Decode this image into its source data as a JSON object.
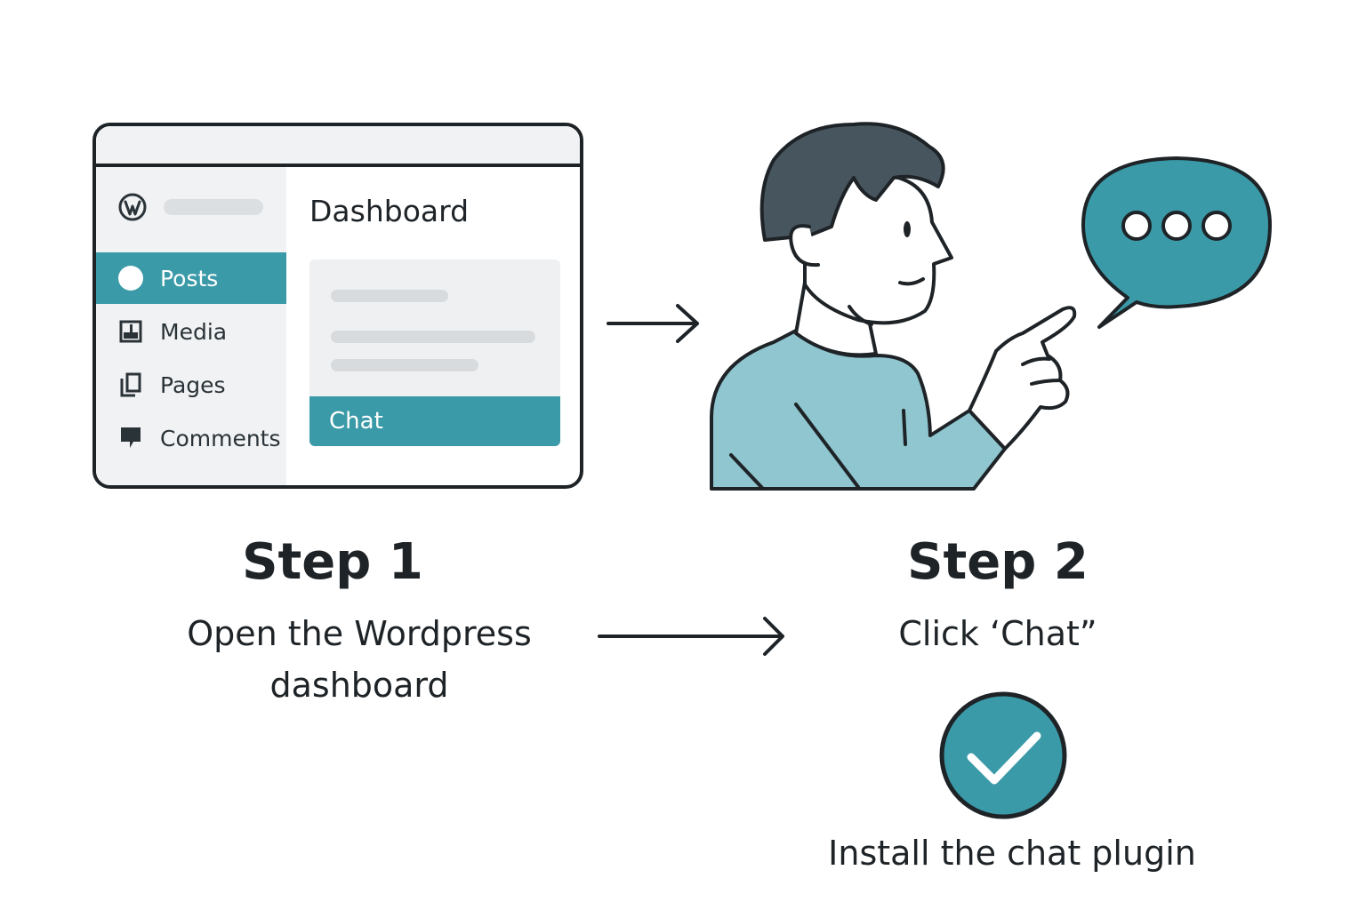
{
  "dashboard": {
    "title": "Dashboard",
    "sidebar": {
      "items": [
        {
          "label": "Posts",
          "icon": "posts-circle-icon",
          "active": true
        },
        {
          "label": "Media",
          "icon": "media-icon",
          "active": false
        },
        {
          "label": "Pages",
          "icon": "pages-icon",
          "active": false
        },
        {
          "label": "Comments",
          "icon": "comments-icon",
          "active": false
        }
      ]
    },
    "card": {
      "button_label": "Chat"
    }
  },
  "steps": [
    {
      "title": "Step 1",
      "description_line1": "Open the Wordpress",
      "description_line2": "dashboard"
    },
    {
      "title": "Step 2",
      "description": "Click ‘Chat”"
    }
  ],
  "result": {
    "label": "Install the chat plugin",
    "icon": "checkmark-icon"
  },
  "colors": {
    "accent": "#3b9aa8",
    "shirt": "#8fc6cf",
    "hair": "#47555e",
    "outline": "#1e2327",
    "panel": "#f1f2f3"
  }
}
